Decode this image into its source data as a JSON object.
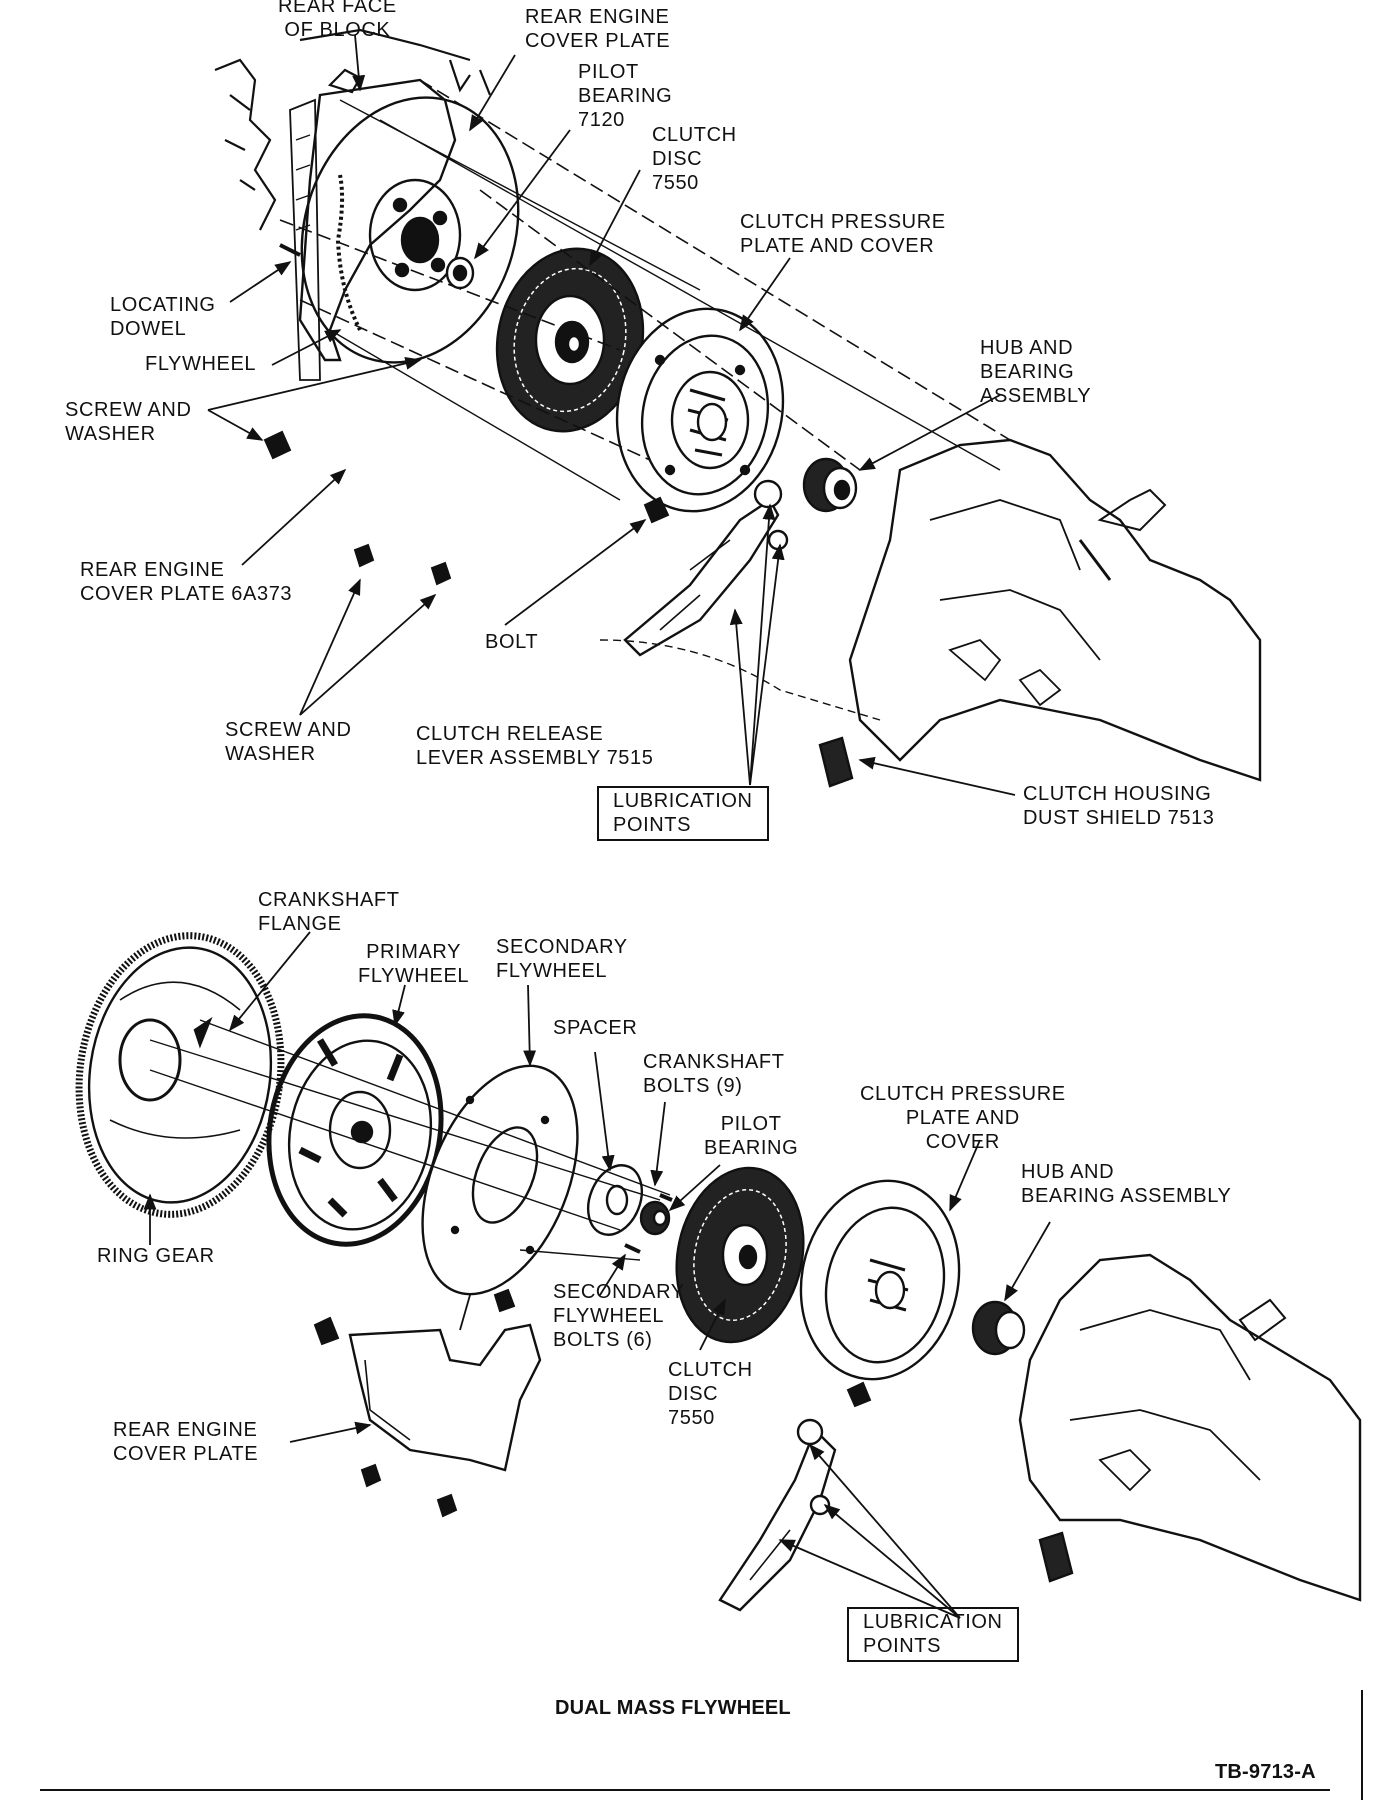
{
  "top_diagram": {
    "rear_face_of_block": [
      "REAR FACE",
      "OF BLOCK"
    ],
    "rear_engine_cover_plate": [
      "REAR ENGINE",
      "COVER PLATE"
    ],
    "pilot_bearing": [
      "PILOT",
      "BEARING",
      "7120"
    ],
    "clutch_disc": [
      "CLUTCH",
      "DISC",
      "7550"
    ],
    "clutch_pressure_plate": [
      "CLUTCH PRESSURE",
      "PLATE AND COVER"
    ],
    "hub_and_bearing": [
      "HUB AND",
      "BEARING",
      "ASSEMBLY"
    ],
    "locating_dowel": [
      "LOCATING",
      "DOWEL"
    ],
    "flywheel": [
      "FLYWHEEL"
    ],
    "screw_and_washer_1": [
      "SCREW AND",
      "WASHER"
    ],
    "rear_engine_cover_plate_6a373": [
      "REAR ENGINE",
      "COVER PLATE 6A373"
    ],
    "bolt": [
      "BOLT"
    ],
    "screw_and_washer_2": [
      "SCREW AND",
      "WASHER"
    ],
    "clutch_release_lever": [
      "CLUTCH RELEASE",
      "LEVER ASSEMBLY 7515"
    ],
    "lubrication_points": [
      "LUBRICATION",
      "POINTS"
    ],
    "clutch_housing_dust_shield": [
      "CLUTCH HOUSING",
      "DUST SHIELD 7513"
    ]
  },
  "bottom_diagram": {
    "crankshaft_flange": [
      "CRANKSHAFT",
      "FLANGE"
    ],
    "primary_flywheel": [
      "PRIMARY",
      "FLYWHEEL"
    ],
    "secondary_flywheel": [
      "SECONDARY",
      "FLYWHEEL"
    ],
    "spacer": [
      "SPACER"
    ],
    "crankshaft_bolts": [
      "CRANKSHAFT",
      "BOLTS (9)"
    ],
    "clutch_pressure_plate": [
      "CLUTCH PRESSURE",
      "PLATE AND",
      "COVER"
    ],
    "pilot_bearing": [
      "PILOT",
      "BEARING"
    ],
    "hub_and_bearing": [
      "HUB AND",
      "BEARING ASSEMBLY"
    ],
    "ring_gear": [
      "RING GEAR"
    ],
    "secondary_flywheel_bolts": [
      "SECONDARY",
      "FLYWHEEL",
      "BOLTS (6)"
    ],
    "clutch_disc": [
      "CLUTCH",
      "DISC",
      "7550"
    ],
    "rear_engine_cover_plate": [
      "REAR ENGINE",
      "COVER PLATE"
    ],
    "lubrication_points": [
      "LUBRICATION",
      "POINTS"
    ]
  },
  "caption": "DUAL MASS FLYWHEEL",
  "figure_ref": "TB-9713-A"
}
